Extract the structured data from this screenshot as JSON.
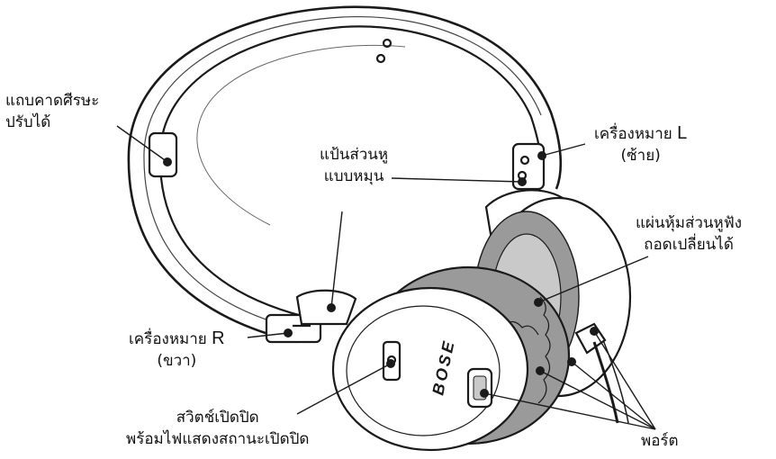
{
  "labels": {
    "headband": [
      "แถบคาดศีรษะ",
      "ปรับได้"
    ],
    "left_mark": [
      "เครื่องหมาย",
      "L",
      "(ซ้าย)"
    ],
    "swivel_cup": [
      "แป้นส่วนหู",
      "แบบหมุน"
    ],
    "ear_cushion": [
      "แผ่นหุ้มส่วนหูฟัง",
      "ถอดเปลี่ยนได้"
    ],
    "right_mark": [
      "เครื่องหมาย",
      "R",
      "(ขวา)"
    ],
    "switch": [
      "สวิตช์เปิดปิด",
      "พร้อมไฟแสดงสถานะเปิดปิด"
    ],
    "ports": "พอร์ต"
  },
  "logo": "BOSE",
  "colors": {
    "line": "#1a1a1a",
    "shade": "#c9c9c9",
    "cushion": "#9a9a9a"
  }
}
